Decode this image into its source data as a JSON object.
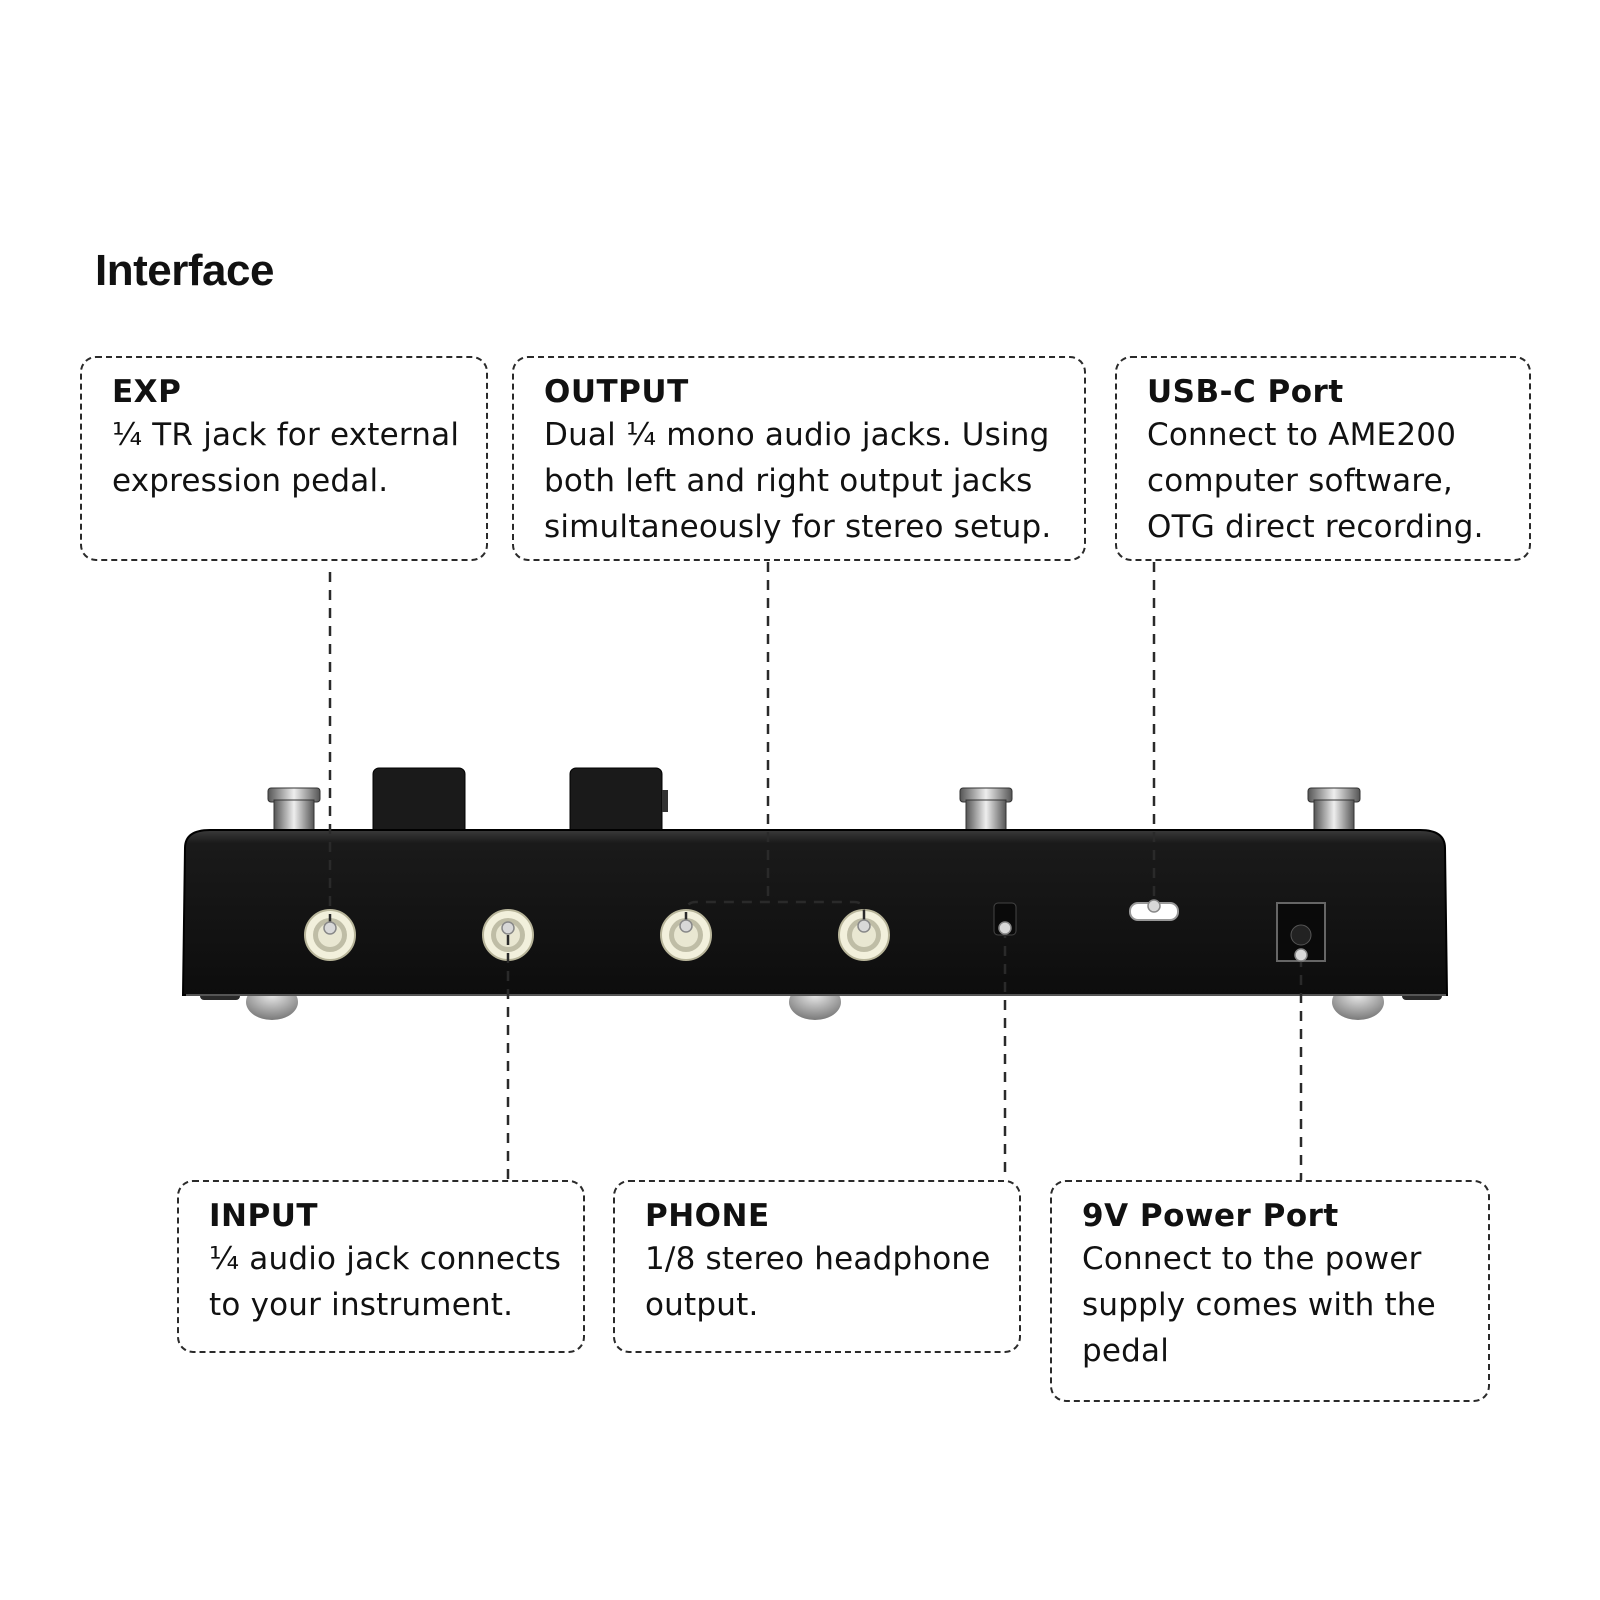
{
  "heading": "Interface",
  "callouts": {
    "exp": {
      "title": "EXP",
      "desc": "¼ TR jack for external\nexpression pedal."
    },
    "output": {
      "title": "OUTPUT",
      "desc": "Dual ¼ mono audio jacks. Using\nboth left and right output jacks\nsimultaneously for stereo setup."
    },
    "usbc": {
      "title": "USB-C Port",
      "desc": "Connect to AME200\ncomputer software,\nOTG direct recording."
    },
    "input": {
      "title": "INPUT",
      "desc": "¼ audio jack connects\nto your instrument."
    },
    "phone": {
      "title": "PHONE",
      "desc": "1/8 stereo headphone\noutput."
    },
    "power": {
      "title": "9V Power Port",
      "desc": "Connect to the power\nsupply comes with the\npedal"
    }
  },
  "colors": {
    "device_body": "#141414",
    "jack_ring": "#e8e6cf",
    "dashed_line": "#2a2a2a",
    "pointer_dot": "#d8d8d8"
  }
}
